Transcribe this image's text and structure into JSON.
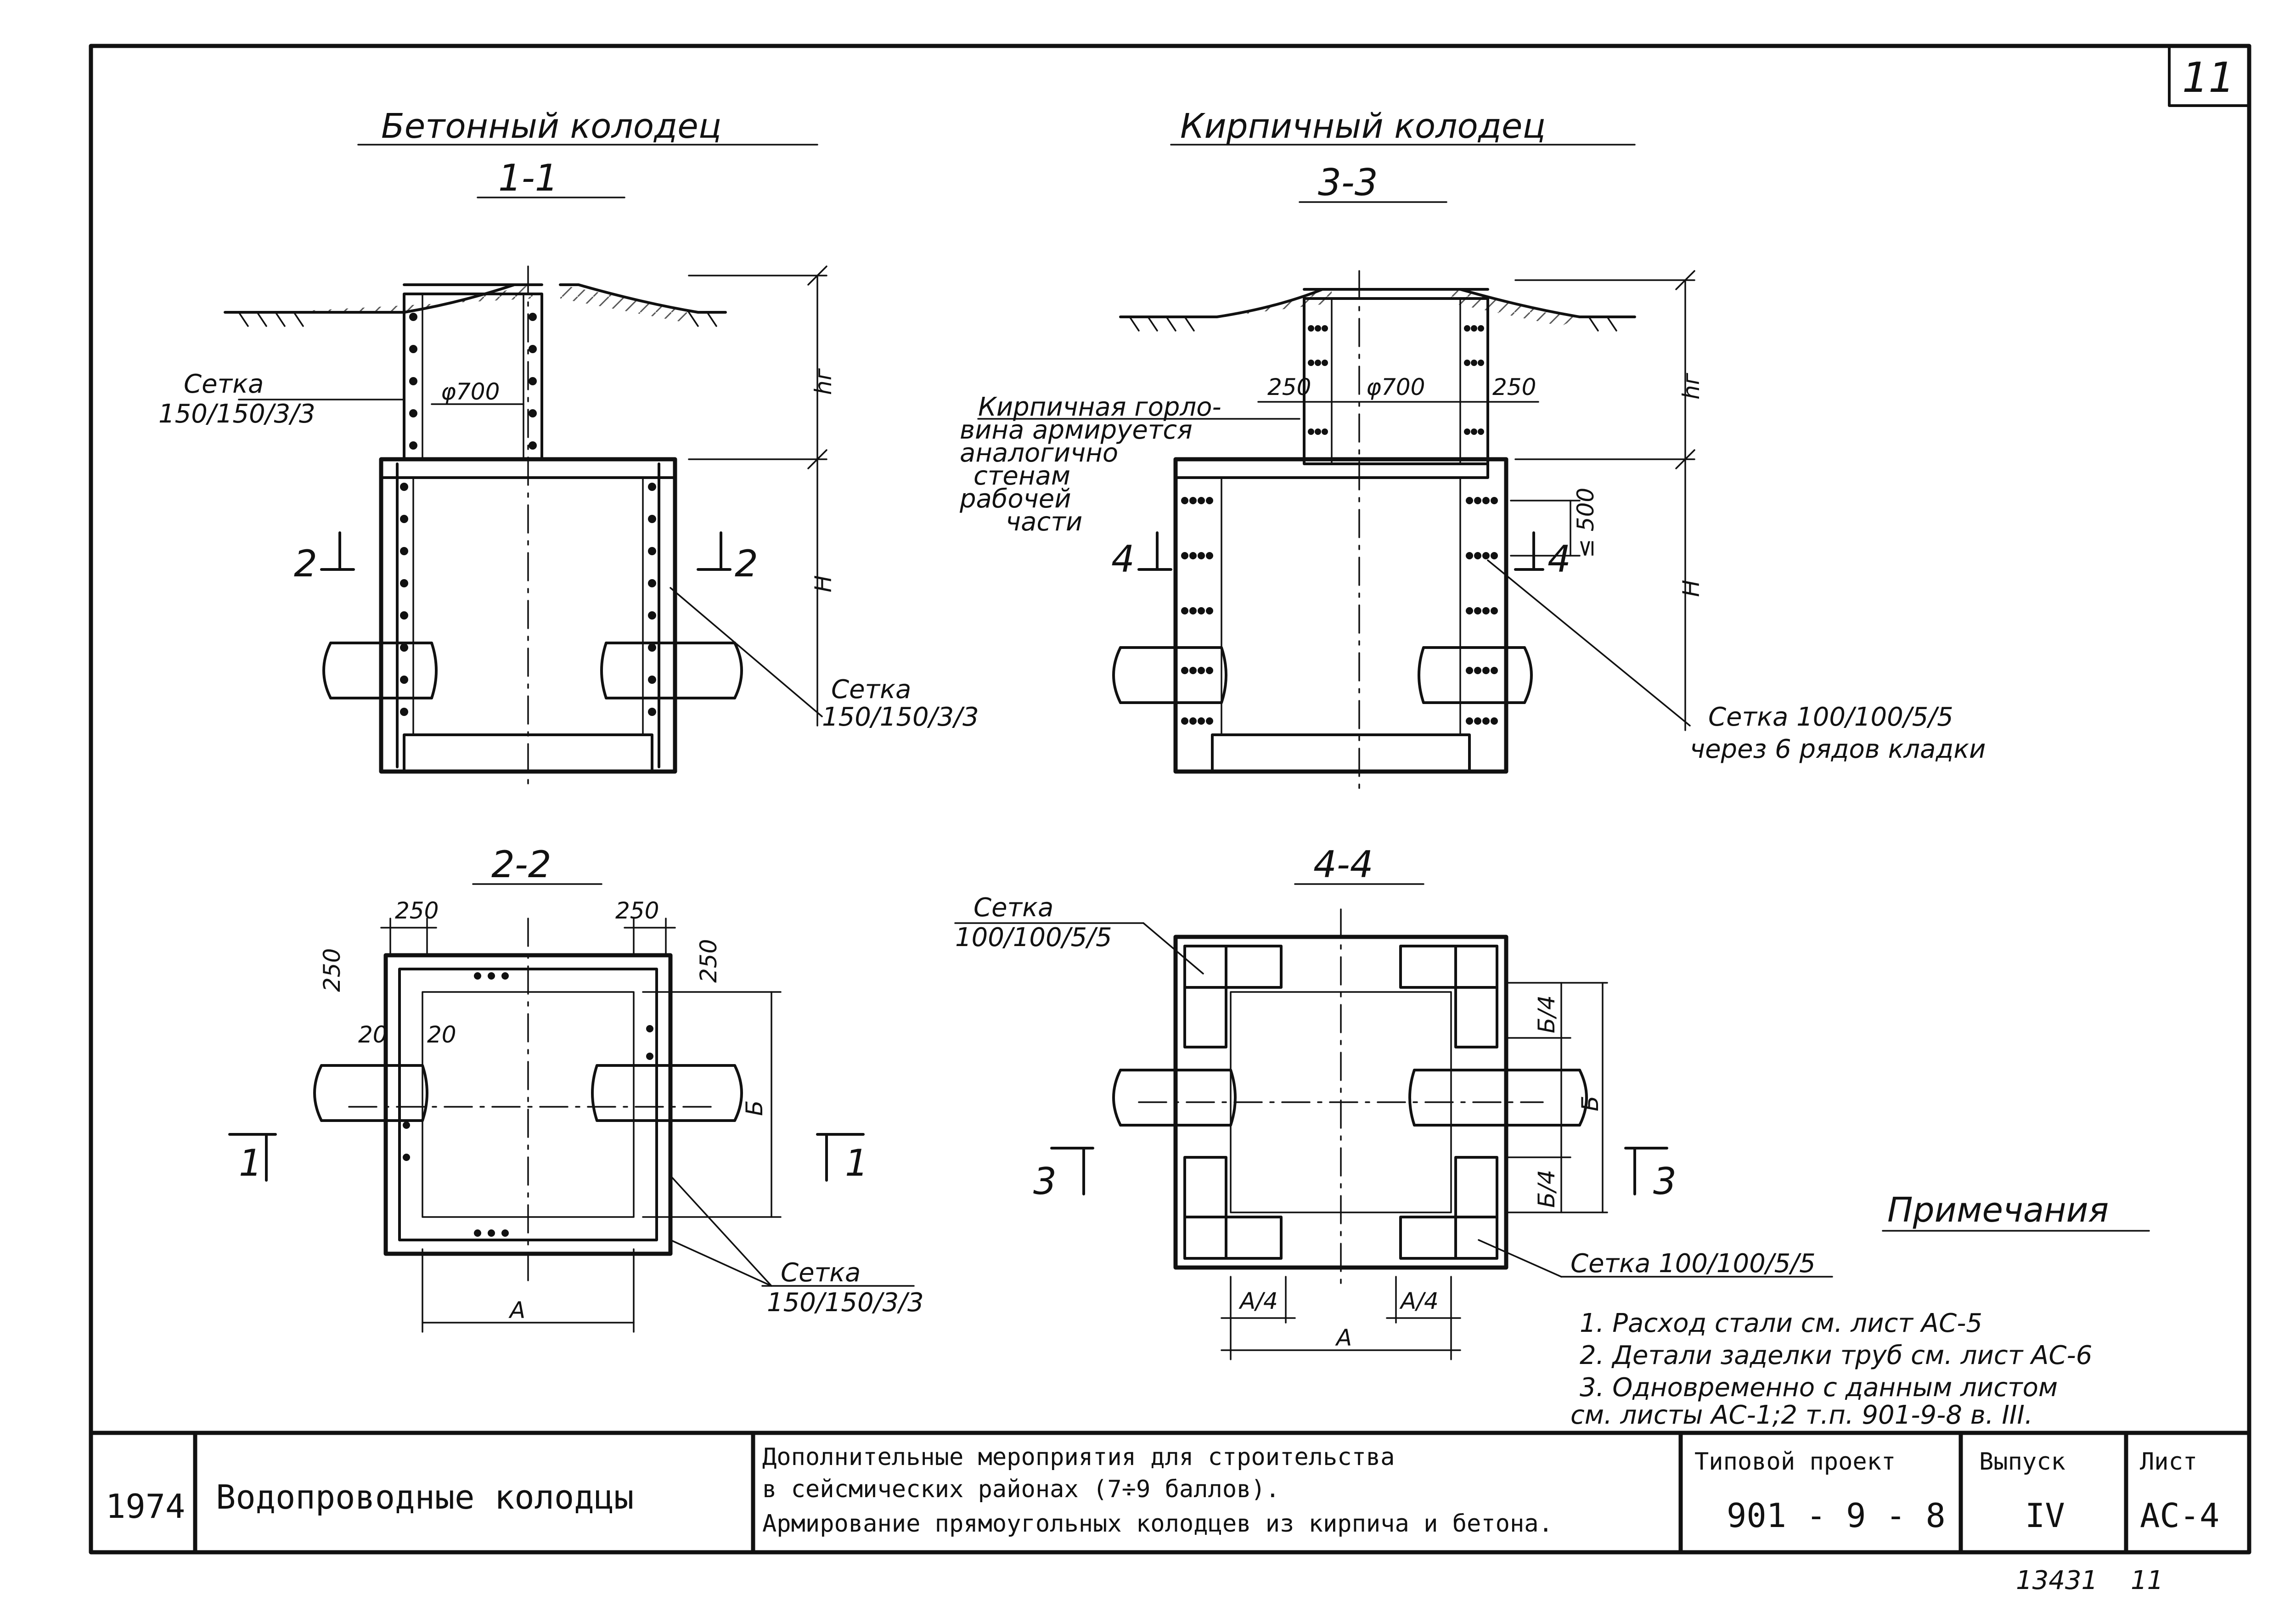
{
  "sheet": {
    "number": "11",
    "archive_number": "13431",
    "archive_suffix": "11"
  },
  "titles": {
    "concrete_well": "Бетонный колодец",
    "brick_well": "Кирпичный колодец"
  },
  "sections": {
    "s11": "1-1",
    "s33": "3-3",
    "s22": "2-2",
    "s44": "4-4"
  },
  "cut_marks": {
    "two": "2",
    "one": "1",
    "three": "3",
    "four": "4"
  },
  "labels": {
    "mesh_150_a": "Сетка",
    "mesh_150_a_spec": "150/150/3/3",
    "mesh_150_b": "Сетка",
    "mesh_150_b_spec": "150/150/3/3",
    "mesh_150_c": "Сетка",
    "mesh_150_c_spec": "150/150/3/3",
    "mesh_100_a": "Сетка",
    "mesh_100_a_spec": "100/100/5/5",
    "mesh_100_b": "Сетка 100/100/5/5",
    "mesh_100_c": "Сетка 100/100/5/5",
    "mesh_100_c_sub": "через 6 рядов кладки",
    "brick_neck_1": "Кирпичная горло-",
    "brick_neck_2": "вина армируется",
    "brick_neck_3": "аналогично",
    "brick_neck_4": "стенам",
    "brick_neck_5": "рабочей",
    "brick_neck_6": "части"
  },
  "dims": {
    "d700_a": "φ700",
    "d700_b": "φ700",
    "hg_a": "hг",
    "hg_b": "hг",
    "H_a": "H",
    "H_b": "H",
    "d250_l": "250",
    "d250_r": "250",
    "d250_a": "250",
    "d250_b": "250",
    "d250_c": "250",
    "d250_d": "250",
    "d20_a": "20",
    "d20_b": "20",
    "B_a": "Б",
    "B_b": "Б",
    "A_a": "А",
    "A_b": "А",
    "le500": "≤ 500",
    "B4_top": "Б/4",
    "B4_bot": "Б/4",
    "A4_l": "А/4",
    "A4_r": "А/4"
  },
  "notes": {
    "heading": "Примечания",
    "n1": "1. Расход стали см. лист АС-5",
    "n2": "2. Детали заделки труб см. лист АС-6",
    "n3": "3. Одновременно с данным листом",
    "n3b": "см. листы АС-1;2 т.п. 901-9-8 в. III."
  },
  "title_block": {
    "year": "1974",
    "name": "Водопроводные колодцы",
    "desc_1": "Дополнительные мероприятия для строительства",
    "desc_2": "в сейсмических районах (7÷9 баллов).",
    "desc_3": "Армирование прямоугольных колодцев из кирпича и бетона.",
    "project_label": "Типовой проект",
    "project_value": "901 - 9 - 8",
    "issue_label": "Выпуск",
    "issue_value": "IV",
    "sheet_label": "Лист",
    "sheet_value": "АС-4"
  }
}
